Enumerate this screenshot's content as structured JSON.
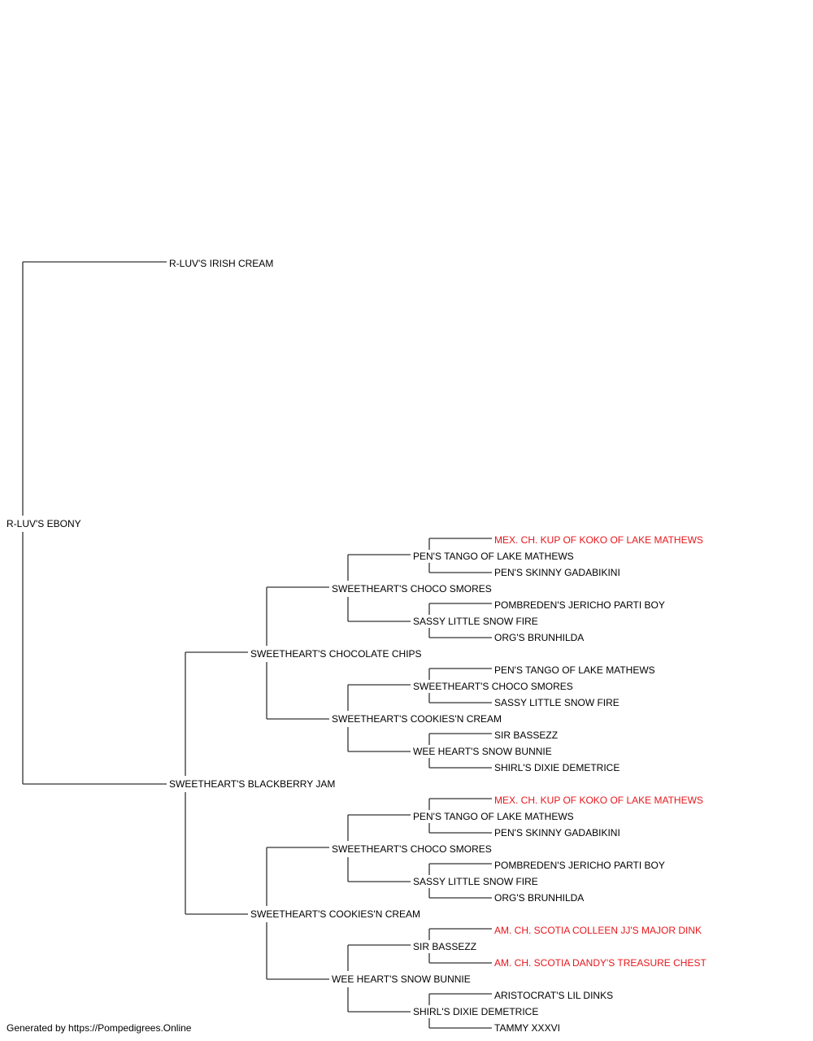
{
  "colors": {
    "line": "#333333",
    "text": "#000000",
    "champion": "#e8161b"
  },
  "pedigree": {
    "subject": "R-LUV'S EBONY",
    "sire": "R-LUV'S IRISH CREAM",
    "dam": "SWEETHEART'S BLACKBERRY JAM",
    "dam_side": {
      "sire": {
        "name": "SWEETHEART'S CHOCOLATE CHIPS",
        "sire": {
          "name": "SWEETHEART'S CHOCO SMORES",
          "sire": {
            "name": "PEN'S TANGO OF LAKE MATHEWS",
            "sire": {
              "name": "MEX. CH. KUP OF KOKO OF LAKE MATHEWS",
              "champion": true
            },
            "dam": {
              "name": "PEN'S SKINNY GADABIKINI",
              "champion": false
            }
          },
          "dam": {
            "name": "SASSY LITTLE SNOW FIRE",
            "sire": {
              "name": "POMBREDEN'S JERICHO PARTI BOY",
              "champion": false
            },
            "dam": {
              "name": "ORG'S BRUNHILDA",
              "champion": false
            }
          }
        },
        "dam": {
          "name": "SWEETHEART'S COOKIES'N CREAM",
          "sire": {
            "name": "SWEETHEART'S CHOCO SMORES",
            "sire": {
              "name": "PEN'S TANGO OF LAKE MATHEWS",
              "champion": false
            },
            "dam": {
              "name": "SASSY LITTLE SNOW FIRE",
              "champion": false
            }
          },
          "dam": {
            "name": "WEE HEART'S SNOW BUNNIE",
            "sire": {
              "name": "SIR BASSEZZ",
              "champion": false
            },
            "dam": {
              "name": "SHIRL'S DIXIE DEMETRICE",
              "champion": false
            }
          }
        }
      },
      "dam": {
        "name": "SWEETHEART'S COOKIES'N CREAM",
        "sire": {
          "name": "SWEETHEART'S CHOCO SMORES",
          "sire": {
            "name": "PEN'S TANGO OF LAKE MATHEWS",
            "sire": {
              "name": "MEX. CH. KUP OF KOKO OF LAKE MATHEWS",
              "champion": true
            },
            "dam": {
              "name": "PEN'S SKINNY GADABIKINI",
              "champion": false
            }
          },
          "dam": {
            "name": "SASSY LITTLE SNOW FIRE",
            "sire": {
              "name": "POMBREDEN'S JERICHO PARTI BOY",
              "champion": false
            },
            "dam": {
              "name": "ORG'S BRUNHILDA",
              "champion": false
            }
          }
        },
        "dam": {
          "name": "WEE HEART'S SNOW BUNNIE",
          "sire": {
            "name": "SIR BASSEZZ",
            "sire": {
              "name": "AM. CH. SCOTIA COLLEEN JJ'S MAJOR DINK",
              "champion": true
            },
            "dam": {
              "name": "AM. CH. SCOTIA DANDY'S TREASURE CHEST",
              "champion": true
            }
          },
          "dam": {
            "name": "SHIRL'S DIXIE DEMETRICE",
            "sire": {
              "name": "ARISTOCRAT'S LIL DINKS",
              "champion": false
            },
            "dam": {
              "name": "TAMMY XXXVI",
              "champion": false
            }
          }
        }
      }
    }
  },
  "footer": "Generated by https://Pompedigrees.Online"
}
